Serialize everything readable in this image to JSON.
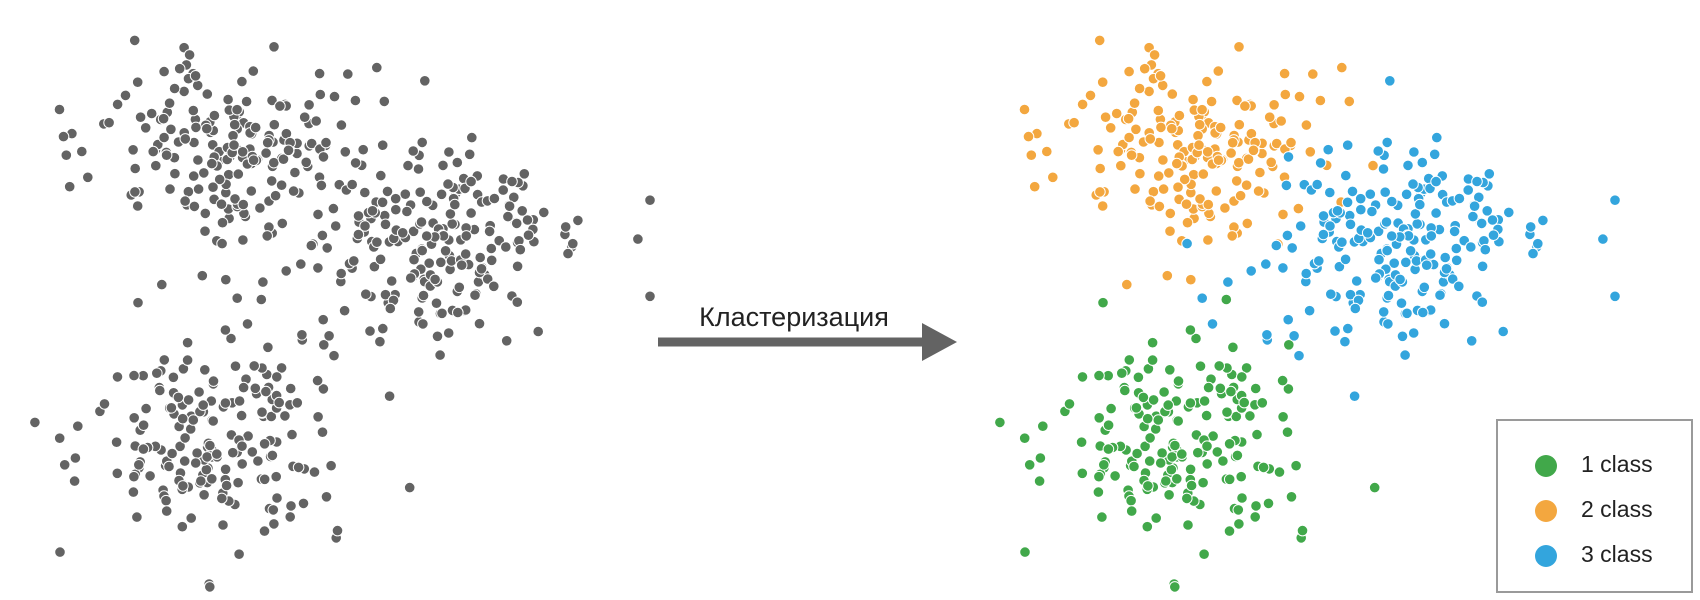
{
  "arrow_label": "Кластеризация",
  "colors": {
    "unclustered": "#636363",
    "class_1": "#41a84a",
    "class_2": "#f3a73f",
    "class_3": "#33a5dd",
    "arrow": "#636363",
    "legend_border": "#9a9a9a"
  },
  "legend": {
    "items": [
      {
        "label": "1 class",
        "color": "#41a84a"
      },
      {
        "label": "2 class",
        "color": "#f3a73f"
      },
      {
        "label": "3 class",
        "color": "#33a5dd"
      }
    ]
  },
  "chart_data": [
    {
      "type": "scatter",
      "series": [
        {
          "color": "#636363",
          "clusters": [
            {
              "count": 200
            },
            {
              "count": 220
            },
            {
              "count": 190
            }
          ]
        }
      ]
    },
    {
      "type": "scatter",
      "series": [
        {
          "name": "1 class",
          "color": "#41a84a",
          "count": 190
        },
        {
          "name": "2 class",
          "color": "#f3a73f",
          "count": 200
        },
        {
          "name": "3 class",
          "color": "#33a5dd",
          "count": 220
        }
      ]
    }
  ]
}
